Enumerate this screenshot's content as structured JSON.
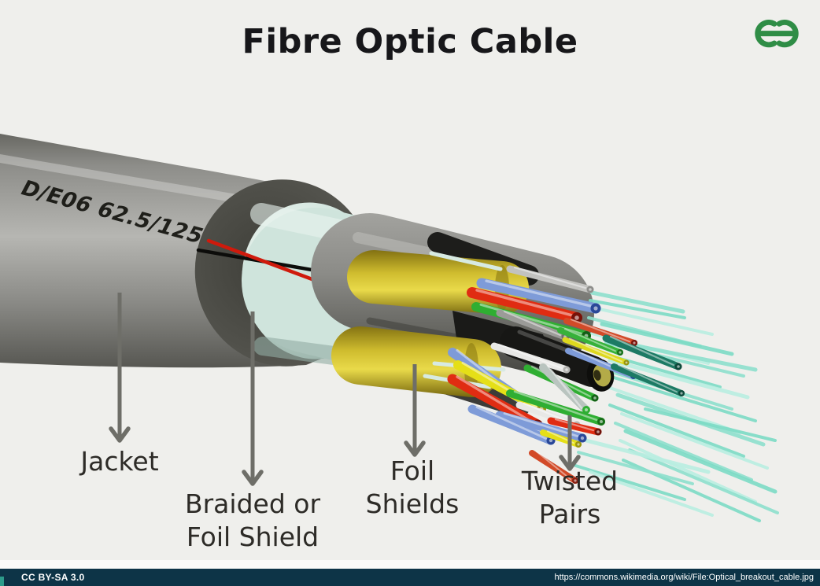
{
  "title": "Fibre Optic Cable",
  "logo": {
    "alt": "GeeksforGeeks logo",
    "color": "#2f8d46"
  },
  "diagram": {
    "jacket_marking": "D/E06 62.5/125",
    "labels": {
      "jacket": {
        "line1": "Jacket"
      },
      "braided": {
        "line1": "Braided or",
        "line2": "Foil Shield"
      },
      "foil": {
        "line1": "Foil",
        "line2": "Shields"
      },
      "twisted": {
        "line1": "Twisted",
        "line2": "Pairs"
      }
    },
    "colors": {
      "background": "#efefec",
      "jacket_gray": "#8a8a86",
      "shield_mint": "#cfe4dc",
      "foil_yellow": "#c9b52a",
      "fiber_aqua": "#8ee0cd",
      "arrow_gray": "#6e6e68"
    }
  },
  "footer": {
    "license": "CC BY-SA 3.0",
    "source_url": "https://commons.wikimedia.org/wiki/File:Optical_breakout_cable.jpg",
    "bg": "#0d3447",
    "accent": "#2d9c8b"
  }
}
